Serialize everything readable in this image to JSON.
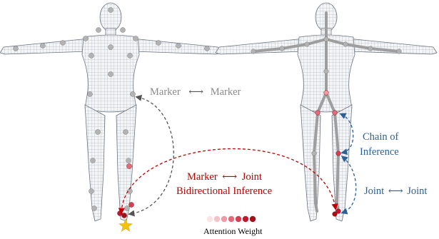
{
  "labels": {
    "marker_marker": {
      "left": "Marker",
      "right": "Marker"
    },
    "marker_joint": {
      "left": "Marker",
      "right": "Joint"
    },
    "bidirectional": "Bidirectional Inference",
    "chain_line1": "Chain of",
    "chain_line2": "Inference",
    "joint_joint": {
      "left": "Joint",
      "right": "Joint"
    },
    "attention_weight": "Attention Weight"
  },
  "colors": {
    "mesh_line": "#8f97a2",
    "skin": "#f4f5f7",
    "marker_gray": "#9a9a9a",
    "red": "#c00000",
    "blue": "#2a6099",
    "skeleton": "#9e9e9e",
    "star": "#f4c20d"
  },
  "attention_scale": [
    "#fbe3e6",
    "#f6c2c8",
    "#ef9aa4",
    "#e56b79",
    "#d63e52",
    "#c2182f",
    "#a50f15"
  ]
}
